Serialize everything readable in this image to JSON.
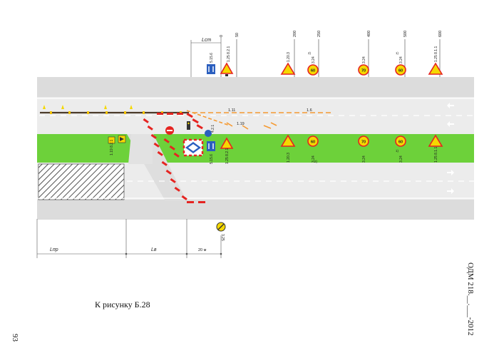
{
  "dimensions": {
    "l_st": "Lст",
    "l_pr": "Lпр",
    "l_v": "Lв",
    "dist_20m": "20 м"
  },
  "distance_ticks": [
    "0",
    "50",
    "200",
    "250",
    "400",
    "500",
    "600"
  ],
  "road_marking": {
    "upper": "1.11",
    "upper_right": "1.6",
    "arrows": "1.19"
  },
  "signs_top": {
    "s0": "5.15.6",
    "s50": "1.25 8.2.1",
    "s200": "1.20.3",
    "s250": "3.24",
    "s250_note": "2)",
    "s400": "3.24",
    "s500": "3.24",
    "s500_note": "1)",
    "s600": "1.25 8.1.1"
  },
  "signs_median": {
    "m_left": "1.19 8.2.1",
    "m0": "5.15.6",
    "m50": "1.25 8.2.1",
    "m200": "1.20.3",
    "m250": "3.24",
    "m250_note": "2)",
    "m400": "3.24",
    "m500": "3.24",
    "m500_note": "1)",
    "m600": "1.25 8.1.1",
    "m_small": "4.2.1"
  },
  "sign_bottom": "3.25",
  "sign_value_60": "60",
  "sign_value_70": "70",
  "caption": "К рисунку Б.28",
  "page_number": "93",
  "document_code": "ОДМ 218.__.___-2012",
  "colors": {
    "median": "#6dd13a",
    "road": "#ebebeb",
    "shoulder": "#d6d6d6",
    "cone_red": "#e52421",
    "marking_orange": "#f59a32",
    "sign_yellow": "#f5d800"
  }
}
